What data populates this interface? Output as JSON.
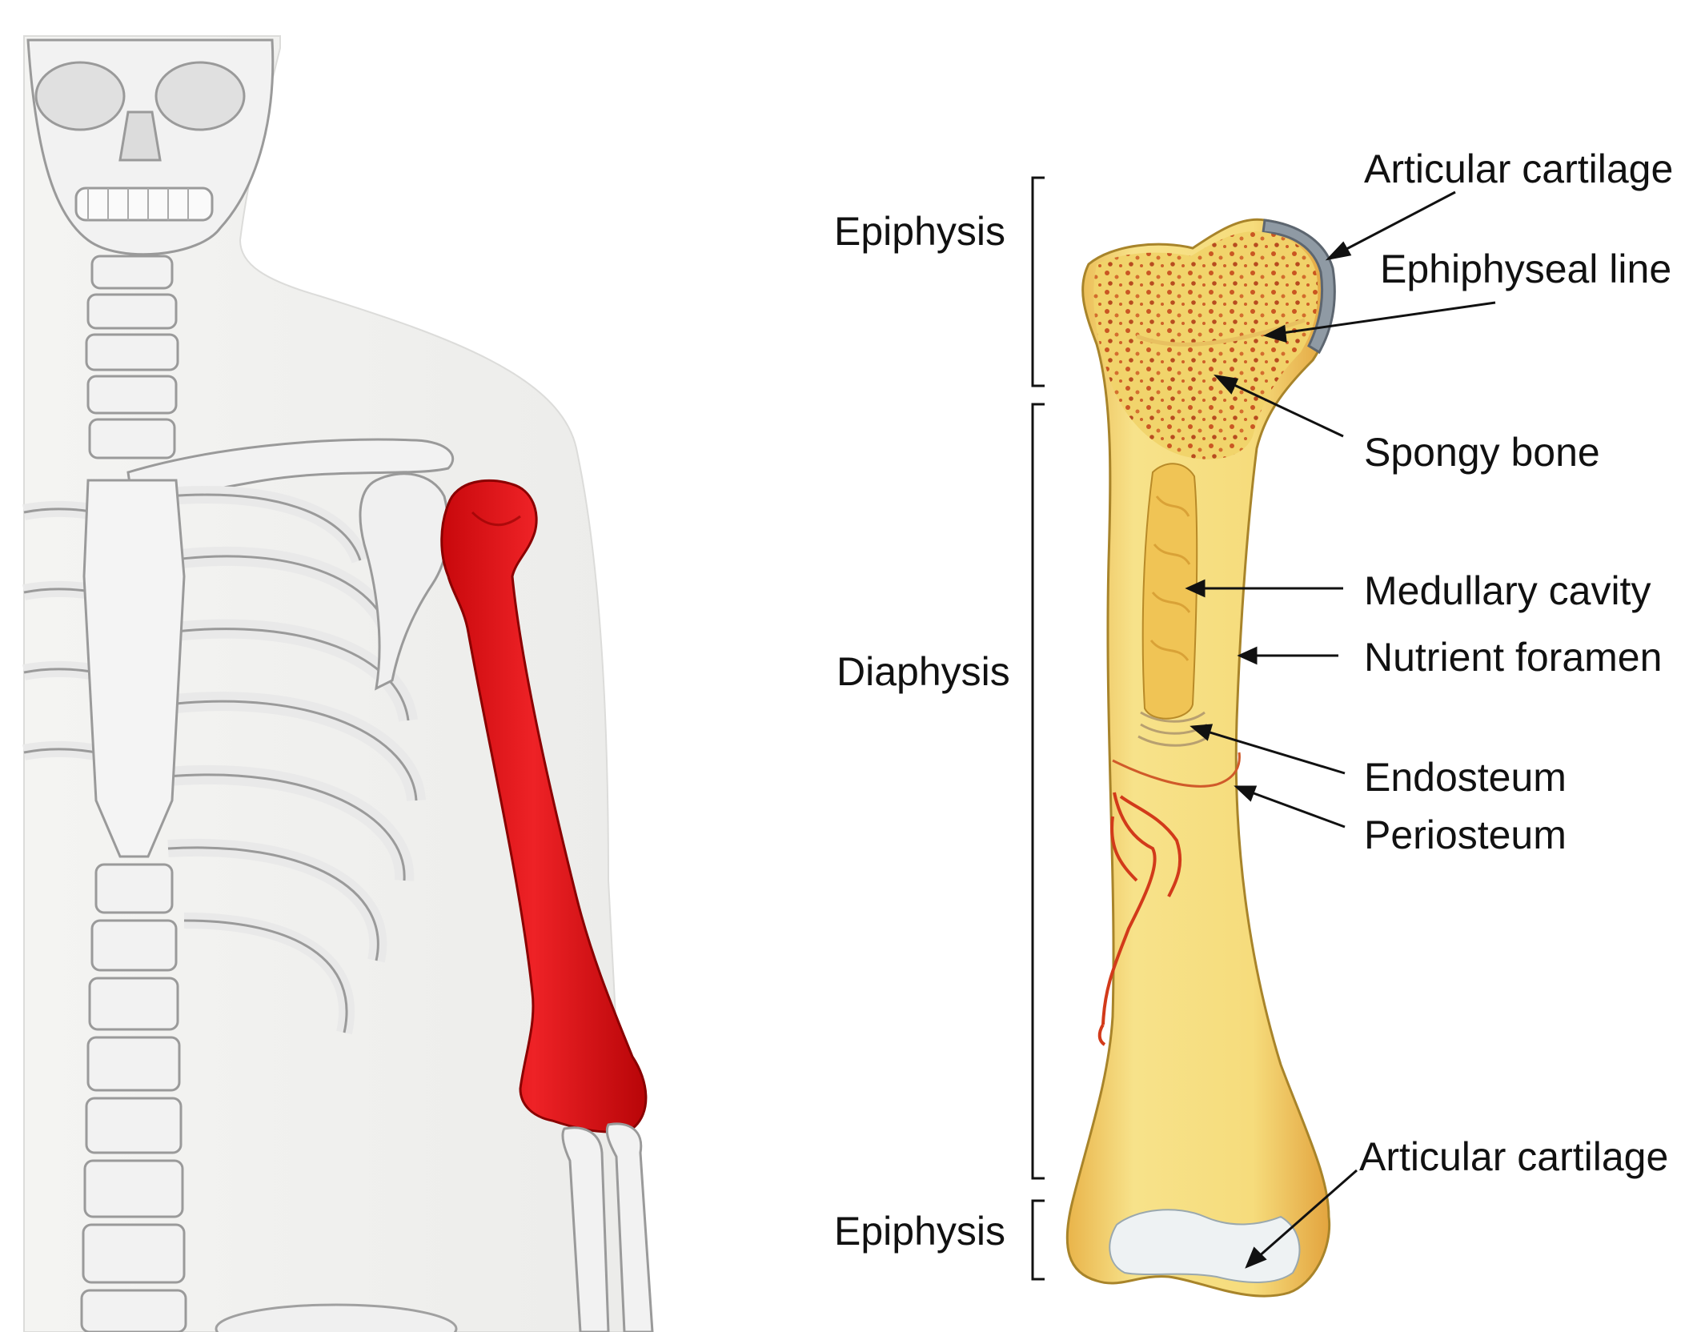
{
  "figure": {
    "left_panel": {
      "highlight_color": "#e8181c",
      "bone_color": "#efefef",
      "skin_color": "#f1f1ef"
    },
    "right_panel": {
      "bone_fill": "#f5df7a",
      "cartilage_color": "#9aa4ad",
      "spongy_dot_color": "#c8501e",
      "vessel_color": "#d23a1a",
      "region_labels": [
        "Epiphysis",
        "Diaphysis",
        "Epiphysis"
      ],
      "part_labels": [
        "Articular cartilage",
        "Ephiphyseal line",
        "Spongy bone",
        "Medullary cavity",
        "Nutrient foramen",
        "Endosteum",
        "Periosteum",
        "Articular cartilage"
      ]
    }
  }
}
